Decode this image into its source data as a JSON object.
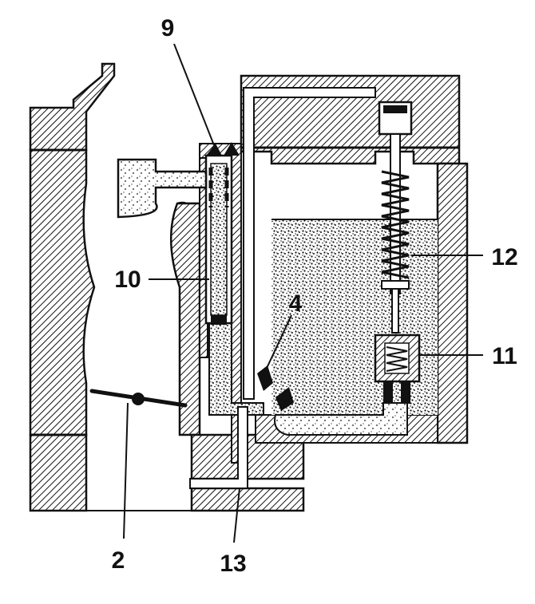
{
  "diagram": {
    "callouts": [
      {
        "id": "9",
        "label": "9"
      },
      {
        "id": "10",
        "label": "10"
      },
      {
        "id": "4",
        "label": "4"
      },
      {
        "id": "12",
        "label": "12"
      },
      {
        "id": "11",
        "label": "11"
      },
      {
        "id": "2",
        "label": "2"
      },
      {
        "id": "13",
        "label": "13"
      }
    ]
  },
  "colors": {
    "ink": "#111111",
    "paper": "#ffffff",
    "fuel": "#8a8a8a"
  }
}
